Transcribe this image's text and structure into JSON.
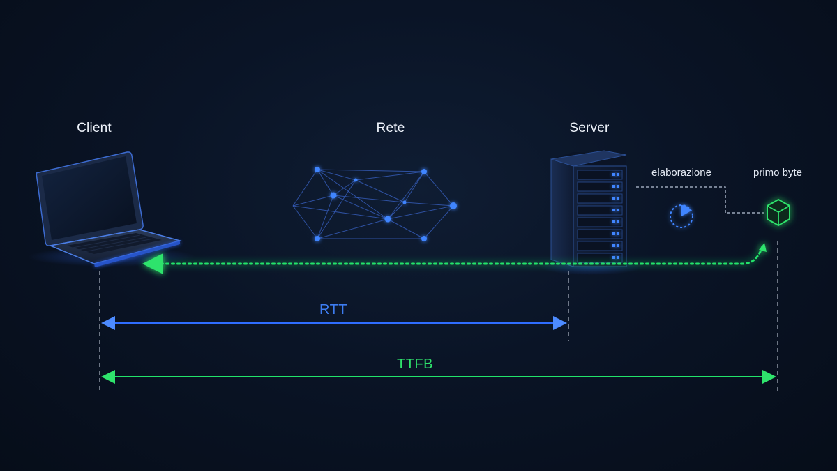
{
  "nodes": {
    "client": "Client",
    "network": "Rete",
    "server": "Server"
  },
  "stages": {
    "processing": "elaborazione",
    "first_byte": "primo byte"
  },
  "measures": {
    "rtt": "RTT",
    "ttfb": "TTFB"
  },
  "colors": {
    "background": "#0a1426",
    "request_blue": "#2f6dff",
    "response_green": "#22e36a",
    "rtt_label": "#3d7cf0"
  }
}
